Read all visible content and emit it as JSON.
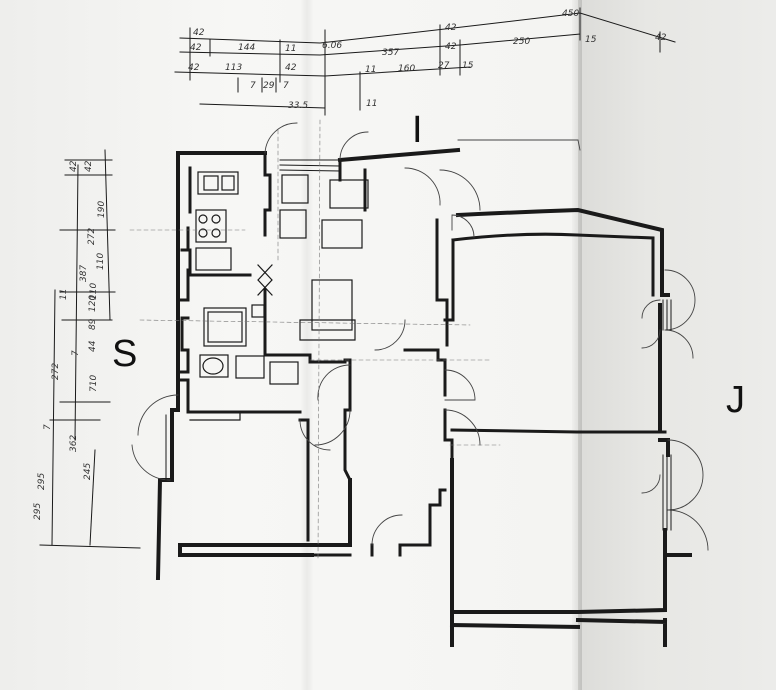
{
  "labels": {
    "north": "I",
    "west": "S",
    "east": "J"
  },
  "dimensions": {
    "top_row1": [
      "42",
      "42",
      "450",
      "42"
    ],
    "top_row2": [
      "42",
      "144",
      "11",
      "6.06",
      "357",
      "42",
      "250",
      "15"
    ],
    "top_row3": [
      "42",
      "113",
      "42",
      "11",
      "160",
      "27",
      "15"
    ],
    "top_row4": [
      "7",
      "29",
      "7"
    ],
    "top_row5": [
      "33.5",
      "11"
    ],
    "left_col1": [
      "42",
      "42",
      "190",
      "110",
      "110",
      "295"
    ],
    "left_col2": [
      "272",
      "387",
      "11",
      "120",
      "89",
      "44",
      "7",
      "710"
    ],
    "left_col3": [
      "272",
      "7",
      "362",
      "245",
      "295"
    ]
  }
}
